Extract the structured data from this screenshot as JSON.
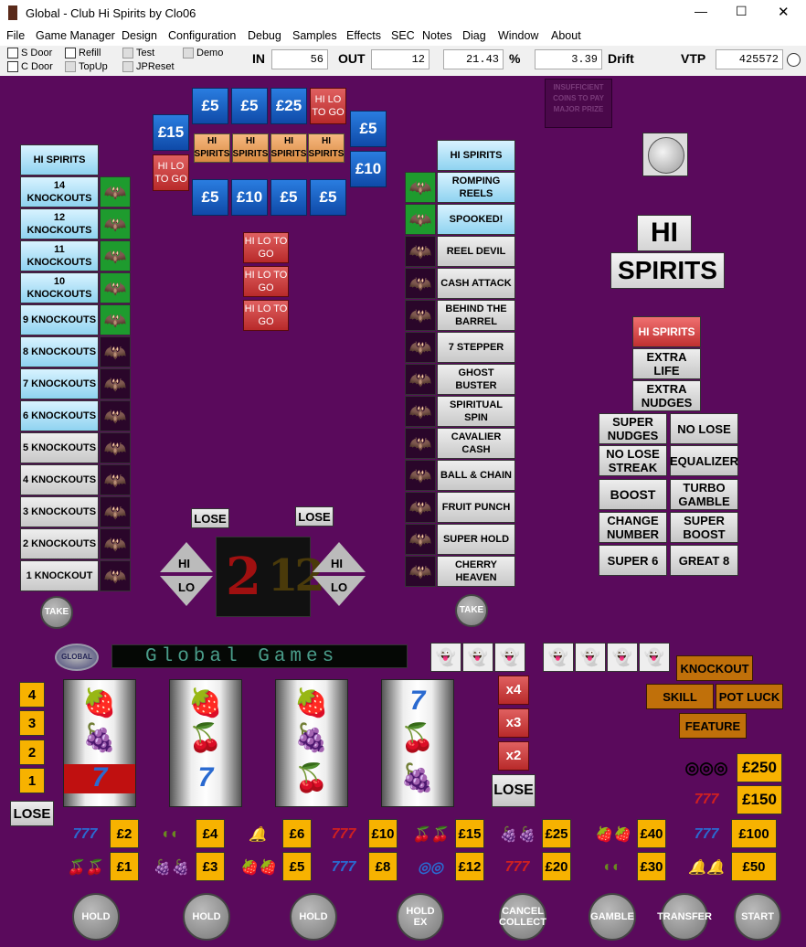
{
  "window": {
    "title": "Global - Club Hi Spirits by Clo06",
    "min": "—",
    "max": "☐",
    "close": "✕"
  },
  "menu": [
    "File",
    "Game Manager",
    "Design",
    "Configuration",
    "Debug",
    "Samples",
    "Effects",
    "SEC",
    "Notes",
    "Diag",
    "Window",
    "About"
  ],
  "toolbar": {
    "sdoor": "S Door",
    "cdoor": "C Door",
    "refill": "Refill",
    "topup": "TopUp",
    "test": "Test",
    "jpreset": "JPReset",
    "demo": "Demo",
    "in_label": "IN",
    "in_val": "56",
    "out_label": "OUT",
    "out_val": "12",
    "pct_val": "21.43",
    "pct_label": "%",
    "drift_val": "3.39",
    "drift_label": "Drift",
    "vtp_label": "VTP",
    "vtp_val": "425572"
  },
  "left_ladder": [
    "HI SPIRITS",
    "14 KNOCKOUTS",
    "12 KNOCKOUTS",
    "11 KNOCKOUTS",
    "10 KNOCKOUTS",
    "9 KNOCKOUTS",
    "8 KNOCKOUTS",
    "7 KNOCKOUTS",
    "6 KNOCKOUTS",
    "5 KNOCKOUTS",
    "4 KNOCKOUTS",
    "3 KNOCKOUTS",
    "2 KNOCKOUTS",
    "1 KNOCKOUT"
  ],
  "right_ladder": [
    "HI SPIRITS",
    "ROMPING REELS",
    "SPOOKED!",
    "REEL DEVIL",
    "CASH ATTACK",
    "BEHIND THE BARREL",
    "7 STEPPER",
    "GHOST BUSTER",
    "SPIRITUAL SPIN",
    "CAVALIER CASH",
    "BALL & CHAIN",
    "FRUIT PUNCH",
    "SUPER HOLD",
    "CHERRY HEAVEN"
  ],
  "trail": {
    "top": [
      "£5",
      "£5",
      "£25"
    ],
    "hilo": "HI LO TO GO",
    "left": "£15",
    "right": [
      "£5",
      "£10"
    ],
    "mid": "HI SPIRITS",
    "bottom": [
      "£5",
      "£10",
      "£5",
      "£5"
    ]
  },
  "insufficient": "INSUFFICIENT COINS TO PAY MAJOR PRIZE",
  "logo": {
    "hi": "HI",
    "spirits": "SPIRITS"
  },
  "features": [
    "HI SPIRITS",
    "EXTRA LIFE",
    "EXTRA NUDGES",
    "SUPER NUDGES",
    "NO LOSE",
    "NO LOSE STREAK",
    "EQUALIZER",
    "BOOST",
    "TURBO GAMBLE",
    "CHANGE NUMBER",
    "SUPER BOOST",
    "SUPER 6",
    "GREAT 8"
  ],
  "hilo": {
    "lose": "LOSE",
    "hi": "HI",
    "lo": "LO",
    "num1": "2",
    "num2": "12"
  },
  "take": "TAKE",
  "dot_display": "Global Games",
  "nudges": [
    "4",
    "3",
    "2",
    "1"
  ],
  "multipliers": [
    "x4",
    "x3",
    "x2"
  ],
  "modes": {
    "knockout": "KNOCKOUT",
    "skill": "SKILL",
    "potluck": "POT LUCK",
    "feature": "FEATURE"
  },
  "paytable": {
    "top": [
      "£2",
      "£4",
      "£6",
      "£10",
      "£15",
      "£25",
      "£40",
      "£100"
    ],
    "bottom": [
      "£1",
      "£3",
      "£5",
      "£8",
      "£12",
      "£20",
      "£30",
      "£50"
    ],
    "jackpots": [
      "£250",
      "£150"
    ]
  },
  "buttons": [
    "HOLD",
    "HOLD",
    "HOLD",
    "HOLD EX",
    "CANCEL COLLECT",
    "GAMBLE",
    "TRANSFER",
    "START"
  ]
}
